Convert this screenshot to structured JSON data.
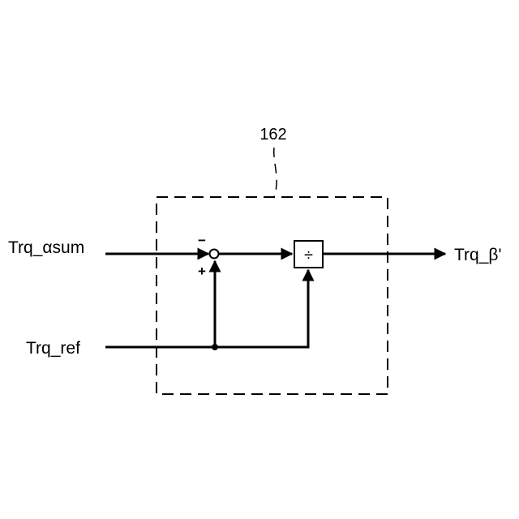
{
  "diagram": {
    "reference_numeral": "162",
    "inputs": {
      "alpha_sum": "Trq_αsum",
      "reference": "Trq_ref"
    },
    "output": "Trq_β'",
    "summing_junction": {
      "minus_sign": "−",
      "plus_sign": "+"
    },
    "divider_block": {
      "operator": "÷"
    }
  }
}
